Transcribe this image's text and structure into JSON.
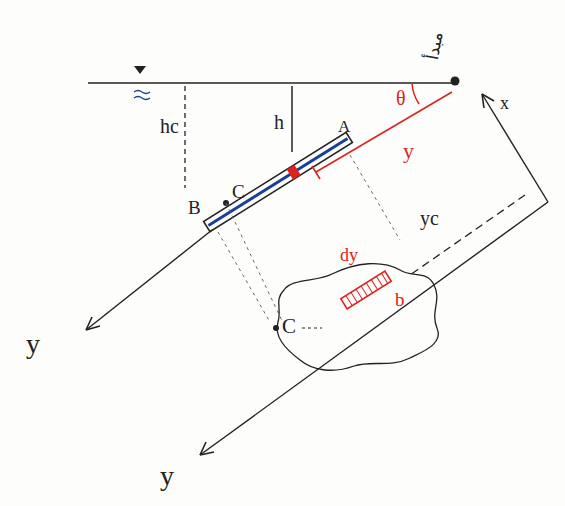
{
  "diagram": {
    "nodes": [
      {
        "text": [
          "dy",
          "b",
          "C"
        ]
      }
    ],
    "labels": [
      "مبدأ",
      "hc",
      "h",
      "A",
      "B",
      "C",
      "θ",
      "y",
      "yc",
      "x",
      "y",
      "y"
    ]
  }
}
